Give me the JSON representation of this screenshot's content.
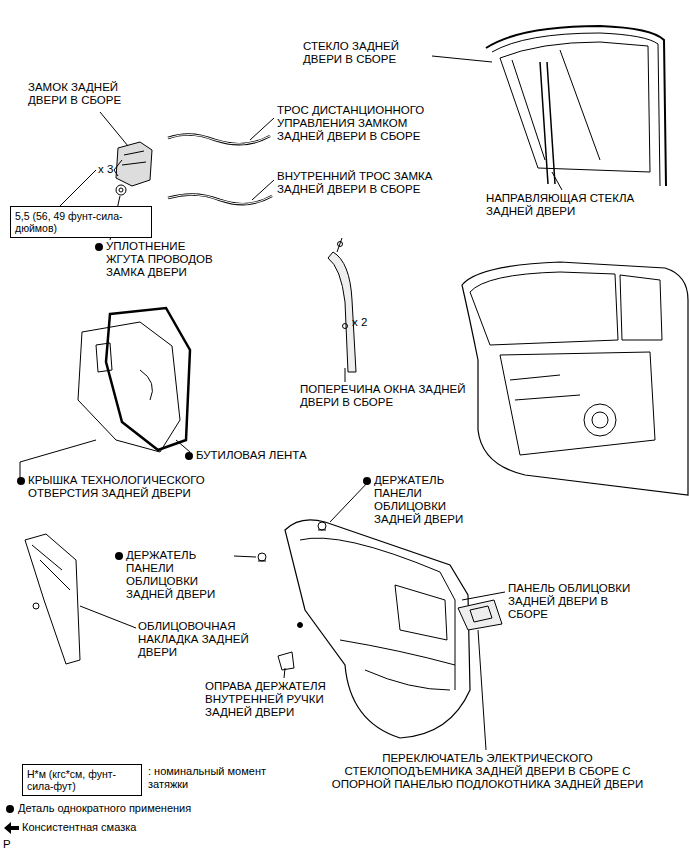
{
  "diagram": {
    "nodes": [
      {
        "text": [
          "5,5 (56, 49 фунт-сила-дюймов)"
        ]
      },
      {
        "text": [
          "Н*м (кгс*см, фунт-сила-фут)"
        ]
      }
    ],
    "labels": [
      "СТЕКЛО ЗАДНЕЙ ДВЕРИ В СБОРЕ",
      "ЗАМОК ЗАДНЕЙ ДВЕРИ В СБОРЕ",
      "ТРОС ДИСТАНЦИОННОГО УПРАВЛЕНИЯ ЗАМКОМ ЗАДНЕЙ ДВЕРИ В СБОРЕ",
      "ВНУТРЕННИЙ ТРОС ЗАМКА ЗАДНЕЙ ДВЕРИ В СБОРЕ",
      "НАПРАВЛЯЮЩАЯ СТЕКЛА ЗАДНЕЙ ДВЕРИ",
      "x 3",
      "УПЛОТНЕНИЕ ЖГУТА ПРОВОДОВ ЗАМКА ДВЕРИ",
      "x 2",
      "ПОПЕРЕЧИНА ОКНА ЗАДНЕЙ ДВЕРИ В СБОРЕ",
      "БУТИЛОВАЯ ЛЕНТА",
      "КРЫШКА ТЕХНОЛОГИЧЕСКОГО ОТВЕРСТИЯ ЗАДНЕЙ ДВЕРИ",
      "ДЕРЖАТЕЛЬ ПАНЕЛИ ОБЛИЦОВКИ ЗАДНЕЙ ДВЕРИ",
      "ДЕРЖАТЕЛЬ ПАНЕЛИ ОБЛИЦОВКИ ЗАДНЕЙ ДВЕРИ",
      "ПАНЕЛЬ ОБЛИЦОВКИ ЗАДНЕЙ ДВЕРИ В СБОРЕ",
      "ОБЛИЦОВОЧНАЯ НАКЛАДКА ЗАДНЕЙ ДВЕРИ",
      "ОПРАВА ДЕРЖАТЕЛЯ ВНУТРЕННЕЙ РУЧКИ ЗАДНЕЙ ДВЕРИ",
      "ПЕРЕКЛЮЧАТЕЛЬ ЭЛЕКТРИЧЕСКОГО СТЕКЛОПОДЪЕМНИКА ЗАДНЕЙ ДВЕРИ В СБОРЕ С ОПОРНОЙ ПАНЕЛЬЮ ПОДЛОКОТНИКА ЗАДНЕЙ ДВЕРИ",
      "P"
    ],
    "legend": [
      {
        "text": ": номинальный момент затяжки"
      },
      {
        "text": "Деталь однократного применения"
      },
      {
        "text": "Консистентная смазка"
      }
    ]
  }
}
